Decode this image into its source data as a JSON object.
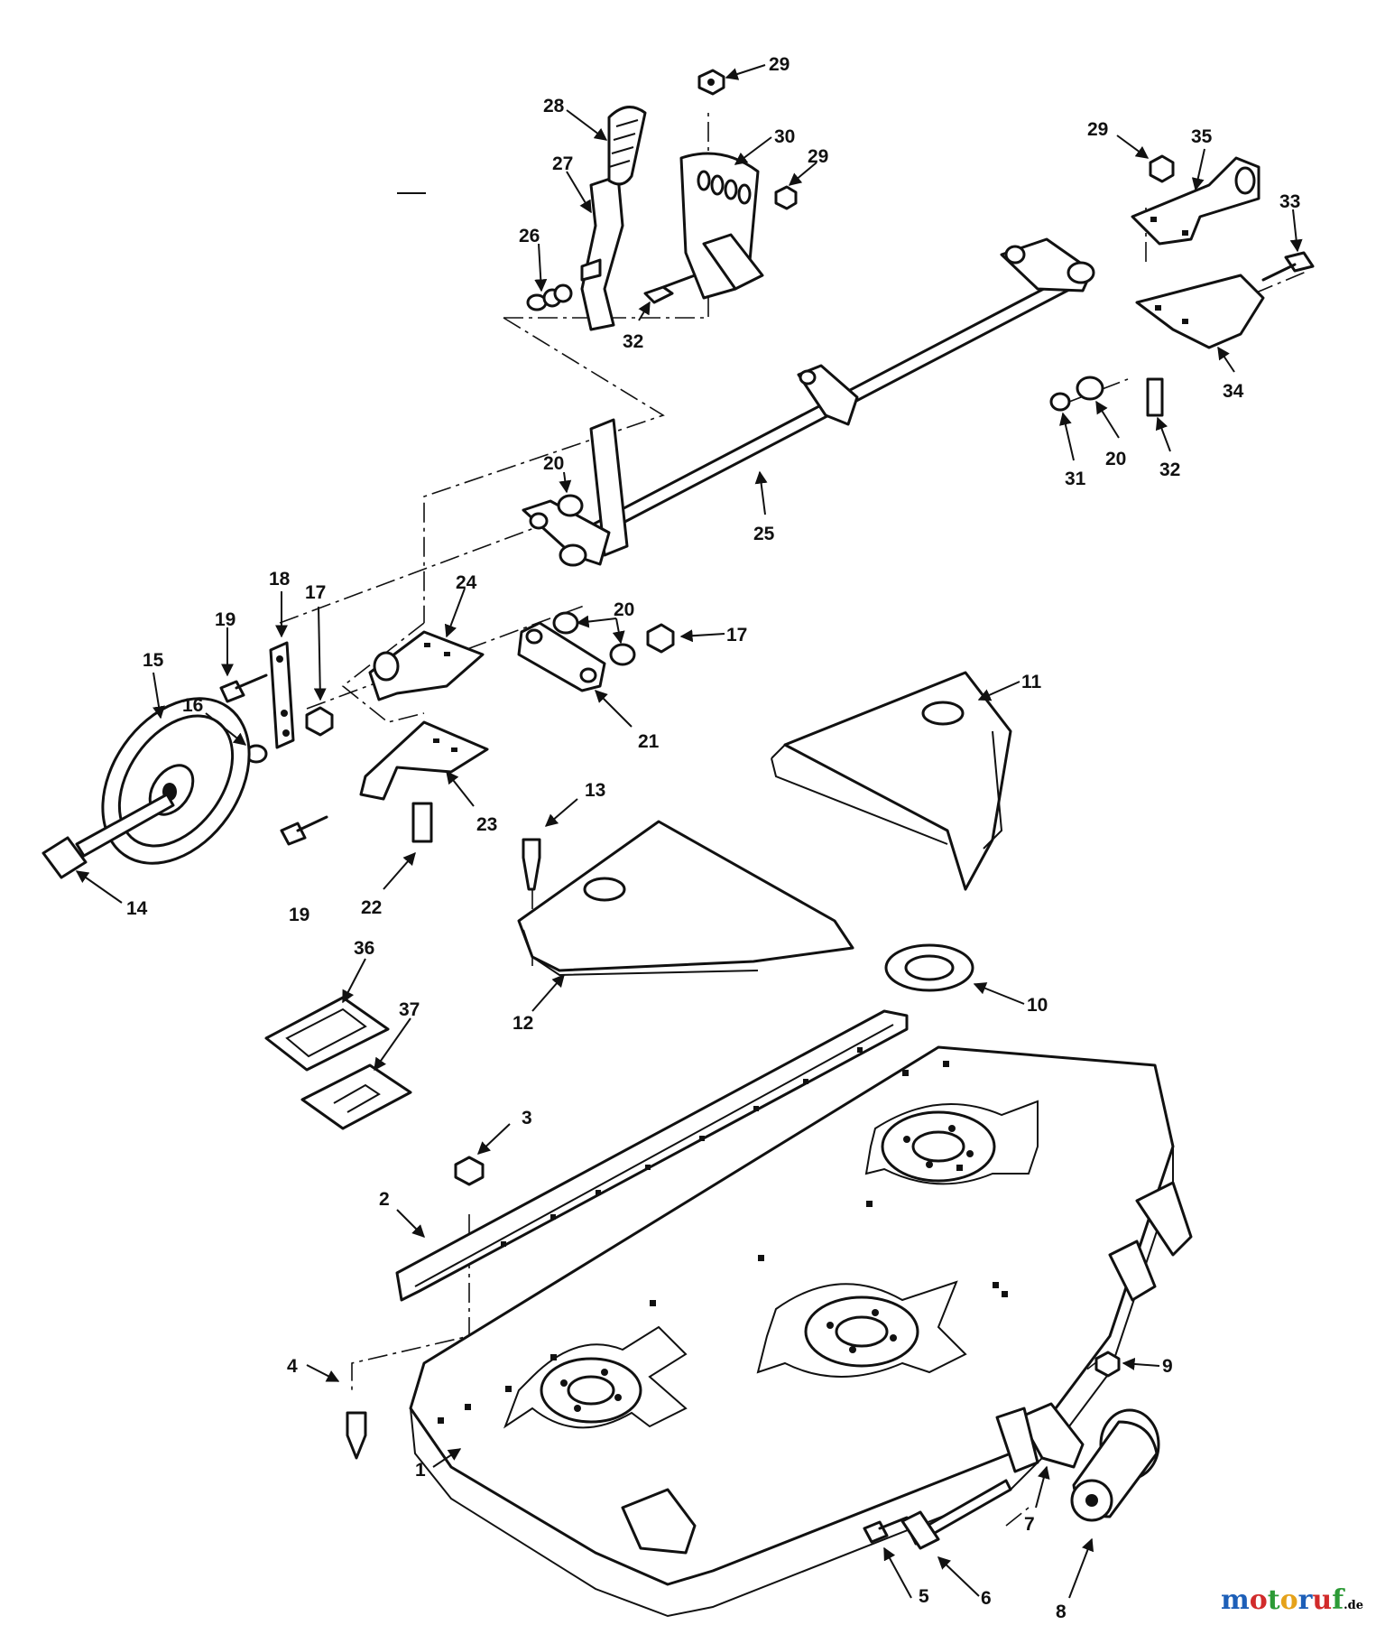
{
  "watermark": {
    "text": "motoruf",
    "suffix": ".de",
    "colors": [
      "#1d5fb8",
      "#d12b2b",
      "#2c9a36",
      "#e5a21a"
    ]
  },
  "callouts": {
    "c1": "1",
    "c2": "2",
    "c3": "3",
    "c4": "4",
    "c5": "5",
    "c6": "6",
    "c7": "7",
    "c8": "8",
    "c9": "9",
    "c10": "10",
    "c11": "11",
    "c12": "12",
    "c13": "13",
    "c14": "14",
    "c15": "15",
    "c16": "16",
    "c17": "17",
    "c18": "18",
    "c19": "19",
    "c20": "20",
    "c21": "21",
    "c22": "22",
    "c23": "23",
    "c24": "24",
    "c25": "25",
    "c26": "26",
    "c27": "27",
    "c28": "28",
    "c29": "29",
    "c30": "30",
    "c31": "31",
    "c32": "32",
    "c33": "33",
    "c34": "34",
    "c35": "35",
    "c36": "36",
    "c37": "37"
  }
}
